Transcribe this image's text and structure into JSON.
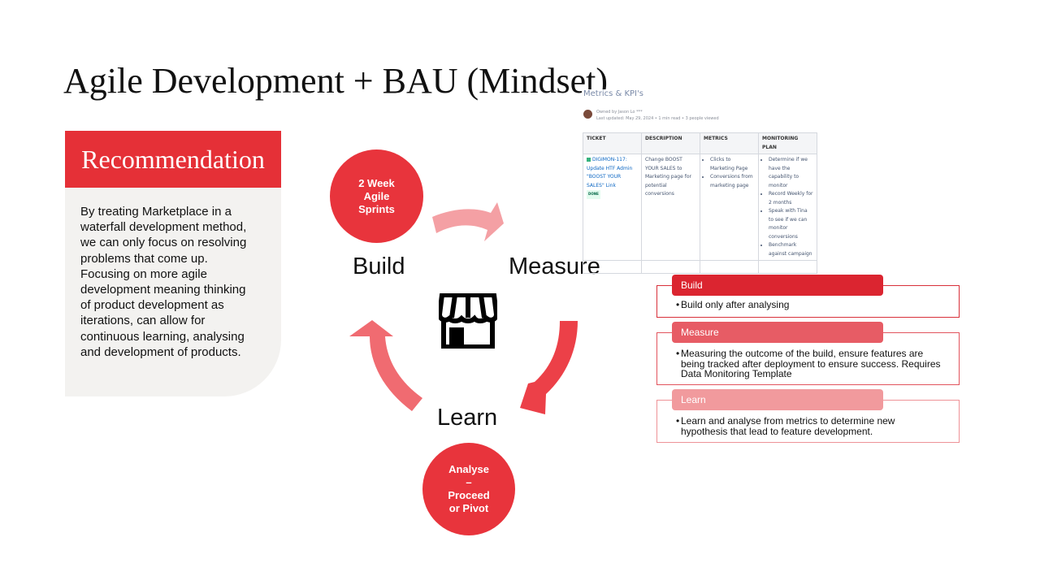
{
  "slide": {
    "title": "Agile Development + BAU (Mindset)"
  },
  "recommendation": {
    "heading": "Recommendation",
    "body": "By treating Marketplace in a waterfall development method, we can only focus on resolving problems that come up. Focusing on more agile development meaning thinking of product development as iterations, can allow for continuous learning, analysing and development of products."
  },
  "cycle": {
    "sprint_circle": [
      "2 Week",
      "Agile",
      "Sprints"
    ],
    "analyse_circle": [
      "Analyse",
      "–",
      "Proceed",
      "or Pivot"
    ],
    "build_label": "Build",
    "measure_label": "Measure",
    "learn_label": "Learn",
    "center_icon": "storefront-icon",
    "colors": {
      "dark": "#e8343c",
      "mid": "#f06b71",
      "light": "#f4a0a4"
    }
  },
  "confluence_mock": {
    "heading": "Metrics & KPI's",
    "owner": "Owned by Jason Lo ***",
    "updated": "Last updated: May 29, 2024  •  1 min read  •  3 people viewed",
    "columns": [
      "TICKET",
      "DESCRIPTION",
      "METRICS",
      "MONITORING PLAN"
    ],
    "ticket_link": "DIGIMON-117: Update HTF Admin \"BOOST YOUR SALES\" Link",
    "ticket_status": "DONE",
    "description": "Change BOOST YOUR SALES to Marketing page for potential conversions",
    "metrics": [
      "Clicks to Marketing Page",
      "Conversions from marketing page"
    ],
    "monitoring_plan": [
      "Determine if we have the capability to monitor",
      "Record Weekly for 2 months",
      "Speak with Tina to see if we can monitor conversions",
      "Benchmark against campaign"
    ]
  },
  "cards": [
    {
      "title": "Build",
      "bullets": [
        "Build only after analysing"
      ],
      "color": "#db2530"
    },
    {
      "title": "Measure",
      "bullets": [
        "Measuring the outcome of the build, ensure features are being tracked after deployment to ensure success. Requires Data Monitoring Template"
      ],
      "color": "#e75c65"
    },
    {
      "title": "Learn",
      "bullets": [
        "Learn and analyse from metrics to determine new hypothesis that lead to feature development."
      ],
      "color": "#f19a9d"
    }
  ]
}
